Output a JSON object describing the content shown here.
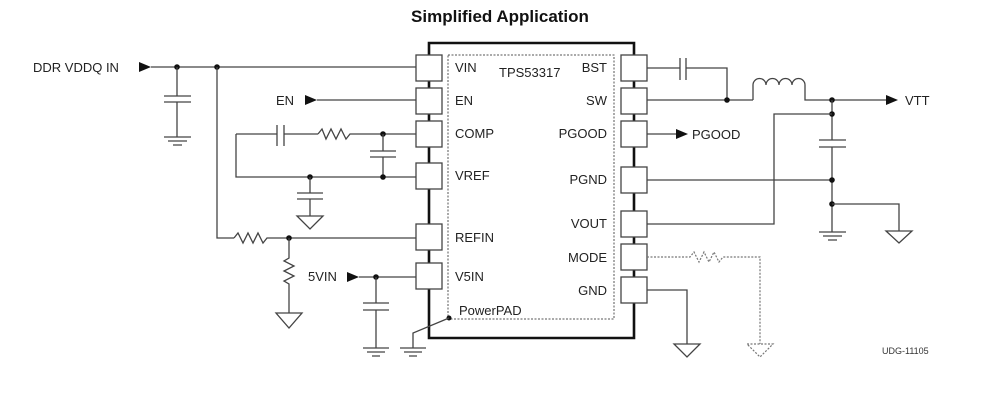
{
  "title": "Simplified Application",
  "chip": {
    "part_number": "TPS53317",
    "left_pins": [
      "VIN",
      "EN",
      "COMP",
      "VREF",
      "REFIN",
      "V5IN"
    ],
    "right_pins": [
      "BST",
      "SW",
      "PGOOD",
      "PGND",
      "VOUT",
      "MODE",
      "GND"
    ],
    "thermal_pad": "PowerPAD"
  },
  "nets": {
    "ddr_vddq_in": "DDR VDDQ IN",
    "en": "EN",
    "v5in": "5VIN",
    "pgood": "PGOOD",
    "vtt": "VTT"
  },
  "drawing_id": "UDG-11105"
}
